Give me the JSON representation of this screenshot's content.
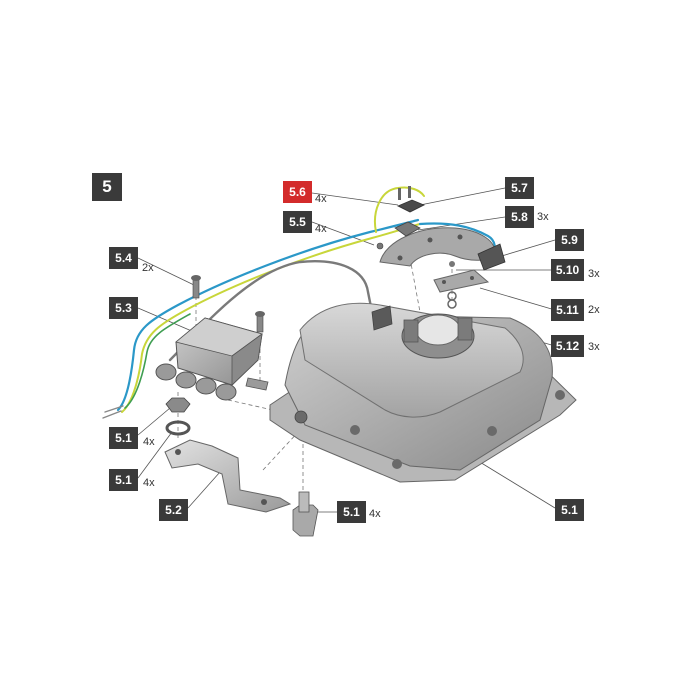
{
  "step": "5",
  "colors": {
    "label_bg": "#3a3a3a",
    "label_highlight": "#d32b2b",
    "wire_blue": "#2b98c8",
    "wire_yellow": "#c8d63a",
    "wire_green": "#3f9e52",
    "body_gray": "#9c9c9c"
  },
  "callouts": [
    {
      "id": "5.6",
      "qty": "4x",
      "highlight": true
    },
    {
      "id": "5.7",
      "qty": ""
    },
    {
      "id": "5.5",
      "qty": "4x"
    },
    {
      "id": "5.8",
      "qty": "3x"
    },
    {
      "id": "5.9",
      "qty": ""
    },
    {
      "id": "5.4",
      "qty": "2x"
    },
    {
      "id": "5.10",
      "qty": "3x"
    },
    {
      "id": "5.3",
      "qty": ""
    },
    {
      "id": "5.11",
      "qty": "2x"
    },
    {
      "id": "5.12",
      "qty": "3x"
    },
    {
      "id": "5.1",
      "qty": "4x"
    },
    {
      "id": "5.1",
      "qty": "4x"
    },
    {
      "id": "5.2",
      "qty": ""
    },
    {
      "id": "5.1",
      "qty": "4x"
    },
    {
      "id": "5.1",
      "qty": ""
    }
  ]
}
